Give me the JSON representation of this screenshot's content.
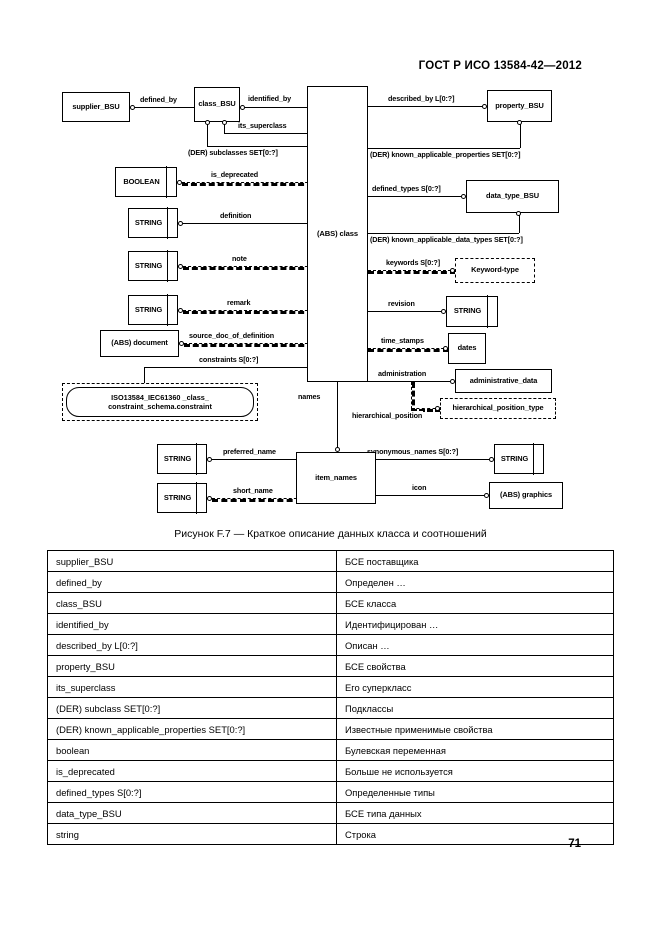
{
  "header": {
    "standard": "ГОСТ Р ИСО 13584-42—2012"
  },
  "figure": {
    "caption": "Рисунок F.7 — Краткое описание данных класса и соотношений",
    "entities": {
      "supplier_bsu": "supplier_BSU",
      "class_bsu": "class_BSU",
      "property_bsu": "property_BSU",
      "data_type_bsu": "data_type_BSU",
      "abs_class": "(ABS) class",
      "boolean": "BOOLEAN",
      "string_definition": "STRING",
      "string_note": "STRING",
      "string_remark": "STRING",
      "abs_document": "(ABS) document",
      "constraint_ref": "ISO13584_IEC61360 _class_ constraint_schema.constraint",
      "keyword_type": "Keyword-type",
      "string_revision": "STRING",
      "dates": "dates",
      "administrative_data": "administrative_data",
      "hierarchical_position_type": "hierarchical_position_type",
      "item_names": "item_names",
      "string_preferred": "STRING",
      "string_short": "STRING",
      "string_synonymous": "STRING",
      "abs_graphics": "(ABS) graphics"
    },
    "relations": {
      "defined_by": "defined_by",
      "identified_by": "identified_by",
      "its_superclass": "its_superclass",
      "der_subclasses": "(DER) subclasses SET[0:?]",
      "described_by": "described_by L[0:?]",
      "der_known_applicable_properties": "(DER) known_applicable_properties SET[0:?]",
      "defined_types": "defined_types S[0:?]",
      "der_known_applicable_data_types": "(DER) known_applicable_data_types SET[0:?]",
      "is_deprecated": "is_deprecated",
      "definition": "definition",
      "note": "note",
      "remark": "remark",
      "source_doc_of_definition": "source_doc_of_definition",
      "constraints": "constraints S[0:?]",
      "keywords": "keywords S[0:?]",
      "revision": "revision",
      "time_stamps": "time_stamps",
      "administration": "administration",
      "hierarchical_position": "hierarchical_position",
      "names": "names",
      "preferred_name": "preferred_name",
      "short_name": "short_name",
      "synonymous_names": "synonymous_names S[0:?]",
      "icon": "icon"
    }
  },
  "table": {
    "rows": [
      {
        "term": "supplier_BSU",
        "desc": "БСЕ поставщика"
      },
      {
        "term": "defined_by",
        "desc": "Определен …"
      },
      {
        "term": "class_BSU",
        "desc": "БСЕ класса"
      },
      {
        "term": "identified_by",
        "desc": "Идентифицирован …"
      },
      {
        "term": "described_by L[0:?]",
        "desc": "Описан …"
      },
      {
        "term": "property_BSU",
        "desc": "БСЕ свойства"
      },
      {
        "term": "its_superclass",
        "desc": "Его суперкласс"
      },
      {
        "term": "(DER) subclass SET[0:?]",
        "desc": "Подклассы"
      },
      {
        "term": "(DER) known_applicable_properties SET[0:?]",
        "desc": "Известные применимые свойства"
      },
      {
        "term": "boolean",
        "desc": "Булевская переменная"
      },
      {
        "term": "is_deprecated",
        "desc": "Больше не используется"
      },
      {
        "term": "defined_types S[0:?]",
        "desc": "Определенные типы"
      },
      {
        "term": "data_type_BSU",
        "desc": "БСЕ типа данных"
      },
      {
        "term": "string",
        "desc": "Строка"
      }
    ]
  },
  "footer": {
    "page_number": "71"
  }
}
